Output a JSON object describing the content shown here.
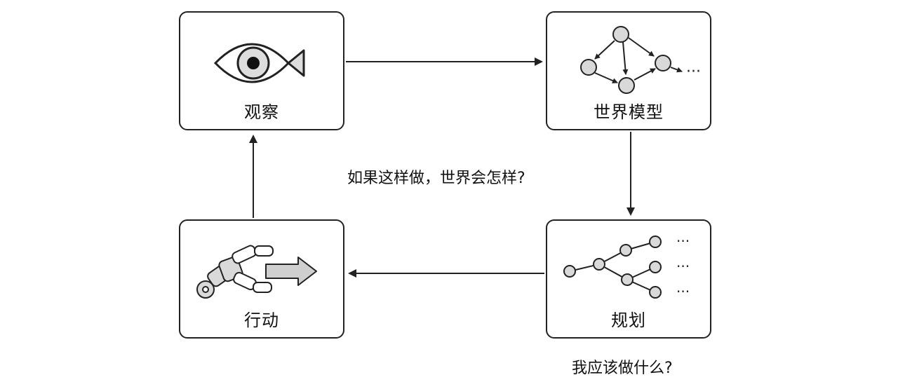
{
  "nodes": {
    "observe": {
      "label": "观察",
      "icon": "eye-icon"
    },
    "world_model": {
      "label": "世界模型",
      "icon": "graph-network-icon",
      "ellipsis": "···"
    },
    "plan": {
      "label": "规划",
      "icon": "branching-tree-icon",
      "ellipsis": "···"
    },
    "action": {
      "label": "行动",
      "icon": "robot-arm-icon"
    }
  },
  "captions": {
    "question": "如果这样做，世界会怎样?",
    "plan_question": "我应该做什么?"
  },
  "edges": [
    {
      "from": "observe",
      "to": "world_model"
    },
    {
      "from": "world_model",
      "to": "plan"
    },
    {
      "from": "plan",
      "to": "action"
    },
    {
      "from": "action",
      "to": "observe"
    }
  ],
  "colors": {
    "stroke": "#222222",
    "node_fill": "#d9d9d9",
    "background": "#ffffff"
  }
}
